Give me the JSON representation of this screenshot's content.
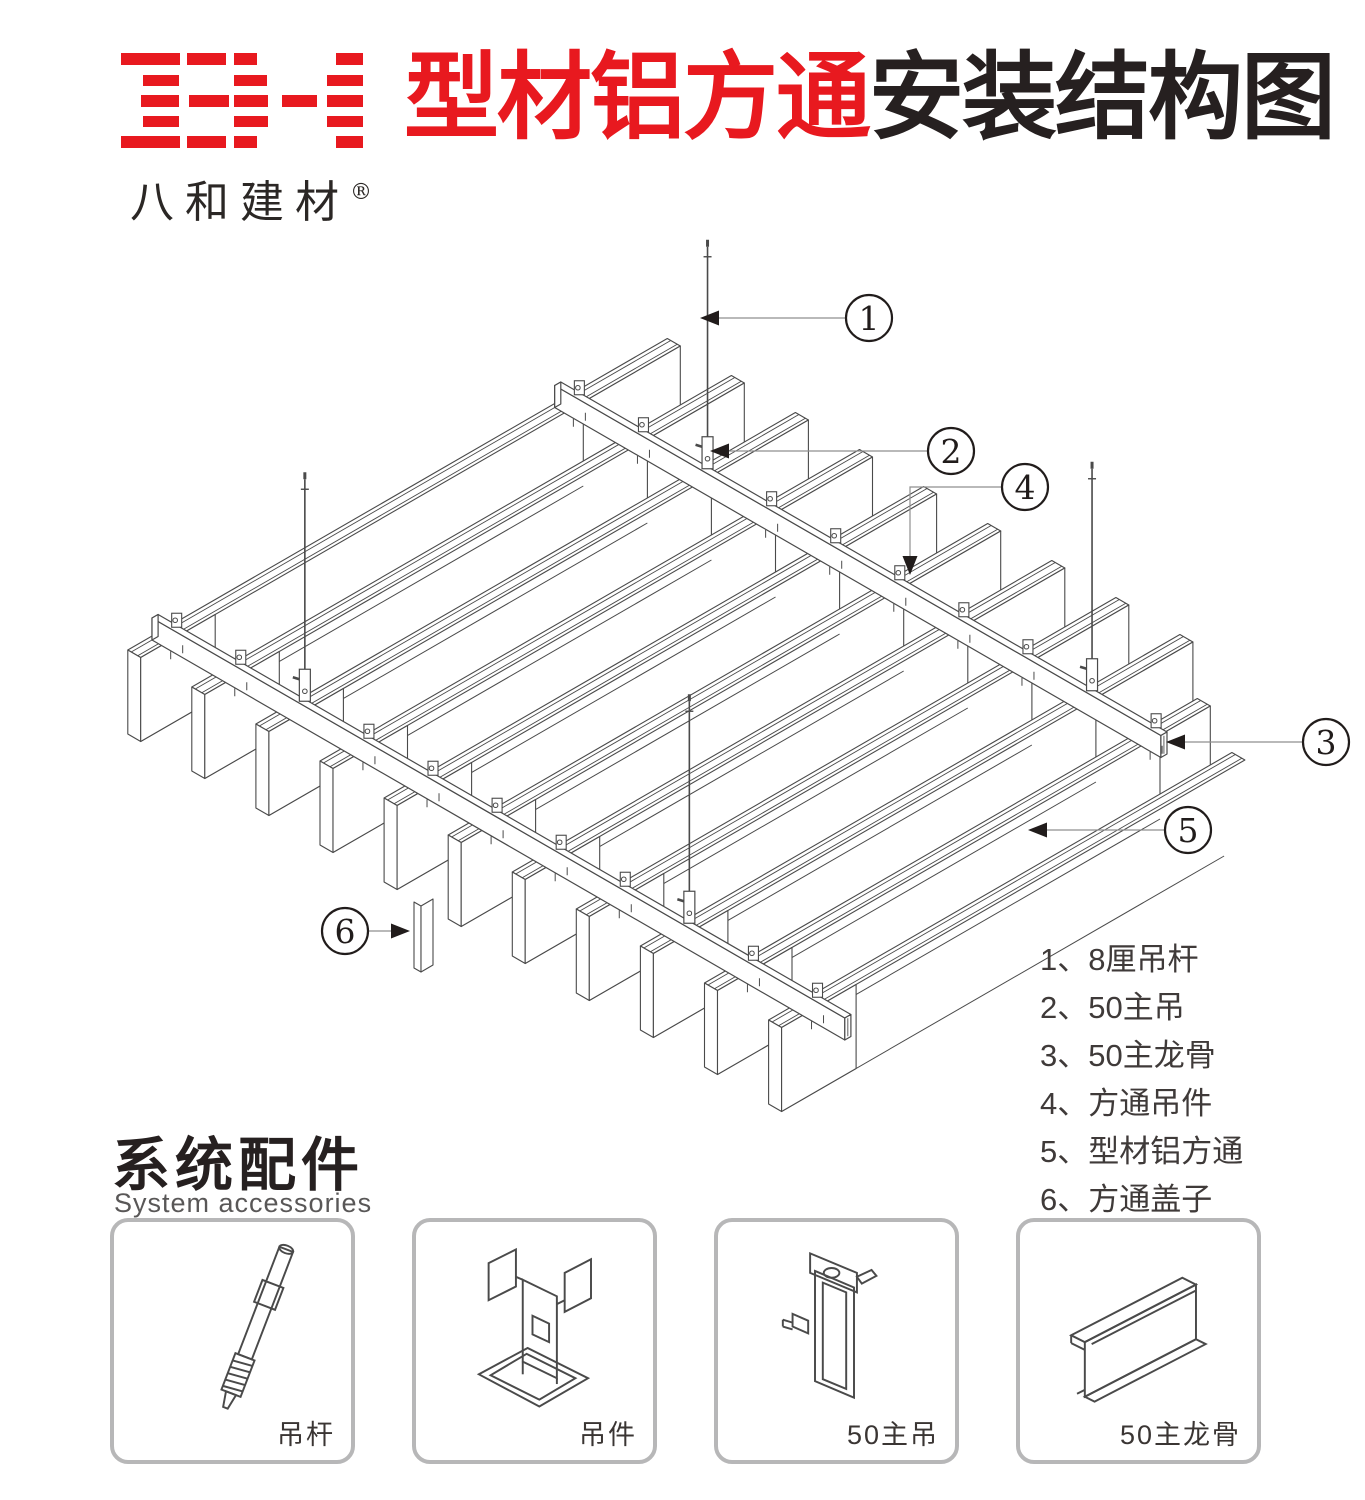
{
  "header": {
    "brand_name": "八和建材",
    "registered_mark": "®",
    "title_red": "型材铝方通",
    "title_black": "安装结构图",
    "brand_color": "#e8191f"
  },
  "diagram": {
    "callouts": [
      {
        "num": "1"
      },
      {
        "num": "2"
      },
      {
        "num": "3"
      },
      {
        "num": "4"
      },
      {
        "num": "5"
      },
      {
        "num": "6"
      }
    ],
    "legend": {
      "separator": "、",
      "items": [
        {
          "num": "1",
          "label": "8厘吊杆"
        },
        {
          "num": "2",
          "label": "50主吊"
        },
        {
          "num": "3",
          "label": "50主龙骨"
        },
        {
          "num": "4",
          "label": "方通吊件"
        },
        {
          "num": "5",
          "label": "型材铝方通"
        },
        {
          "num": "6",
          "label": "方通盖子"
        }
      ]
    },
    "line_color": "#4a4a4a",
    "callout_color": "#211c1b"
  },
  "accessories": {
    "heading_zh": "系统配件",
    "heading_en": "System accessories",
    "items": [
      {
        "label": "吊杆",
        "icon": "hanger-rod-icon"
      },
      {
        "label": "吊件",
        "icon": "hanger-clip-icon"
      },
      {
        "label": "50主吊",
        "icon": "main-hanger-icon"
      },
      {
        "label": "50主龙骨",
        "icon": "main-keel-icon"
      }
    ]
  }
}
